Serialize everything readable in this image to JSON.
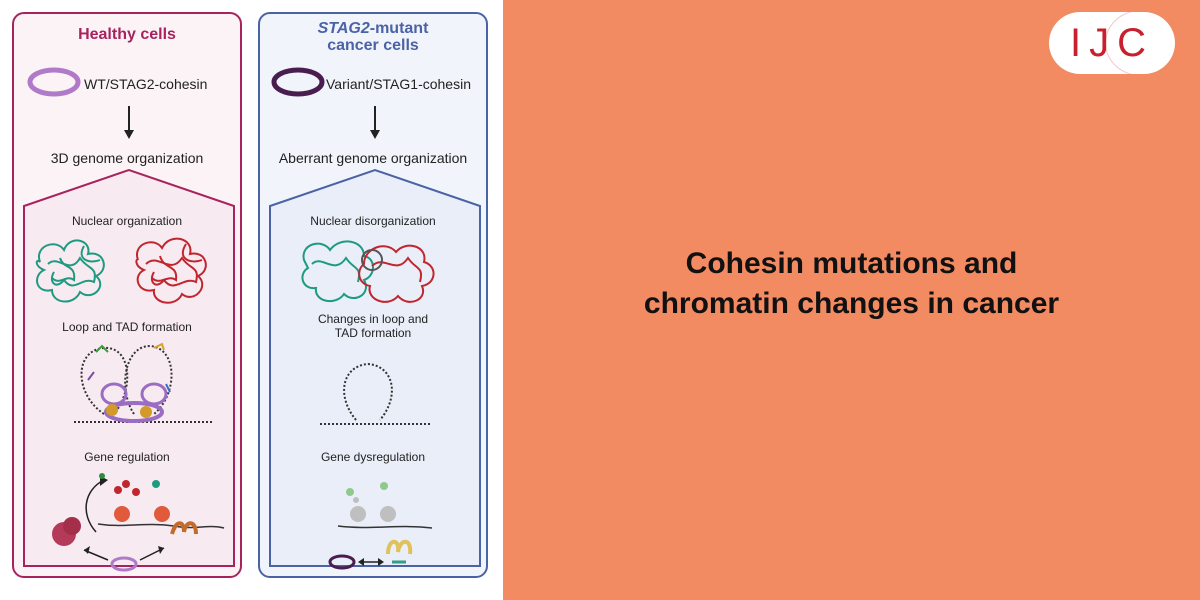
{
  "healthy": {
    "title": "Healthy cells",
    "legend": "WT/STAG2-cohesin",
    "organization": "3D genome organization",
    "nuclear": "Nuclear organization",
    "loop": "Loop and TAD formation",
    "gene": "Gene regulation"
  },
  "mutant": {
    "title_italic": "STAG2",
    "title_rest": "-mutant",
    "title_line2": "cancer cells",
    "legend": "Variant/STAG1-cohesin",
    "organization": "Aberrant genome organization",
    "nuclear": "Nuclear disorganization",
    "loop_line1": "Changes in loop and",
    "loop_line2": "TAD formation",
    "gene": "Gene dysregulation"
  },
  "headline": {
    "line1": "Cohesin mutations and",
    "line2": "chromatin changes in cancer"
  },
  "logo": {
    "text": "IJC"
  },
  "colors": {
    "accent_right_bg": "#f28a62",
    "healthy_border": "#a8235e",
    "mutant_border": "#4a63a6",
    "cohesin_wt": "#b07ac8",
    "cohesin_variant": "#4a1d4f",
    "chromatin_green": "#1f9a82",
    "chromatin_red": "#c1262f",
    "logo_red": "#c8202f"
  }
}
